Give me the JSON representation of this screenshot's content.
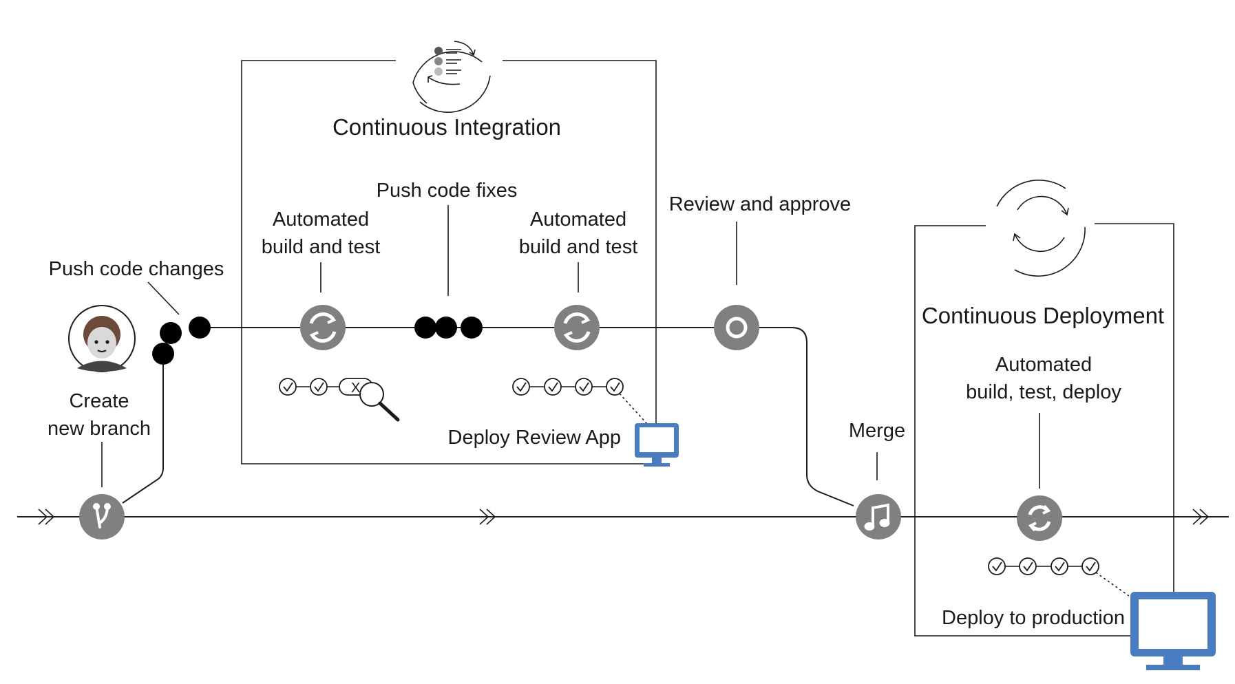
{
  "labels": {
    "ci_title": "Continuous Integration",
    "cd_title": "Continuous Deployment",
    "push_code_changes": "Push code changes",
    "create_branch_1": "Create",
    "create_branch_2": "new branch",
    "push_code_fixes": "Push code fixes",
    "auto_build_test_1a": "Automated",
    "auto_build_test_1b": "build and test",
    "auto_build_test_2a": "Automated",
    "auto_build_test_2b": "build and test",
    "review_approve": "Review and approve",
    "deploy_review_app": "Deploy Review App",
    "merge": "Merge",
    "auto_build_deploy_1": "Automated",
    "auto_build_deploy_2": "build, test, deploy",
    "deploy_production": "Deploy to production",
    "failed_check": "X"
  },
  "icons": {
    "developer": "developer-avatar-icon",
    "branch": "branch-icon",
    "build": "refresh-icon",
    "review": "circle-icon",
    "merge": "merge-icon",
    "deploy": "refresh-icon",
    "review_app": "monitor-icon",
    "production": "monitor-icon",
    "search": "magnifier-icon"
  },
  "colors": {
    "node": "#808080",
    "monitor": "#4a7dbf",
    "line": "#1a1a1a"
  }
}
